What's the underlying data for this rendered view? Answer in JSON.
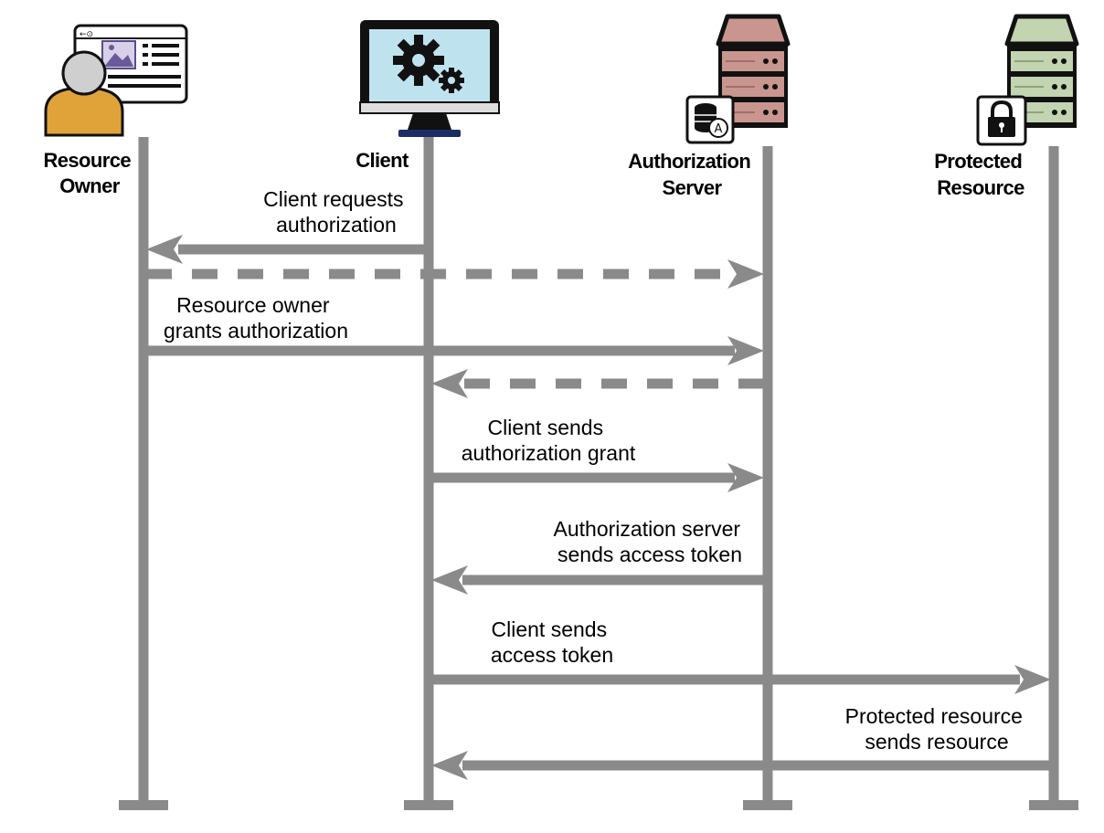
{
  "actors": [
    {
      "id": "resource-owner",
      "lines": [
        "Resource",
        "Owner"
      ],
      "icon": "user-with-browser-icon"
    },
    {
      "id": "client",
      "lines": [
        "Client"
      ],
      "icon": "monitor-gears-icon"
    },
    {
      "id": "authorization-server",
      "lines": [
        "Authorization",
        "Server"
      ],
      "icon": "server-database-icon"
    },
    {
      "id": "protected-resource",
      "lines": [
        "Protected",
        "Resource"
      ],
      "icon": "server-lock-icon"
    }
  ],
  "messages": [
    {
      "from": "client",
      "to": "resource-owner",
      "style": "solid",
      "label": [
        "Client requests",
        "authorization"
      ]
    },
    {
      "from": "resource-owner",
      "to": "authorization-server",
      "style": "dashed",
      "label": []
    },
    {
      "from": "resource-owner",
      "to": "authorization-server",
      "style": "solid",
      "label": [
        "Resource owner",
        "grants authorization"
      ]
    },
    {
      "from": "authorization-server",
      "to": "client",
      "style": "dashed",
      "label": []
    },
    {
      "from": "client",
      "to": "authorization-server",
      "style": "solid",
      "label": [
        "Client sends",
        "authorization grant"
      ]
    },
    {
      "from": "authorization-server",
      "to": "client",
      "style": "solid",
      "label": [
        "Authorization server",
        "sends access token"
      ]
    },
    {
      "from": "client",
      "to": "protected-resource",
      "style": "solid",
      "label": [
        "Client sends",
        "access token"
      ]
    },
    {
      "from": "protected-resource",
      "to": "client",
      "style": "solid",
      "label": [
        "Protected resource",
        "sends resource"
      ]
    }
  ],
  "colors": {
    "lifeline": "#8a8a8a",
    "user_body": "#e0a33a",
    "monitor_screen": "#bfe3ee",
    "auth_server": "#c9968f",
    "resource_server": "#c3d4b0"
  }
}
